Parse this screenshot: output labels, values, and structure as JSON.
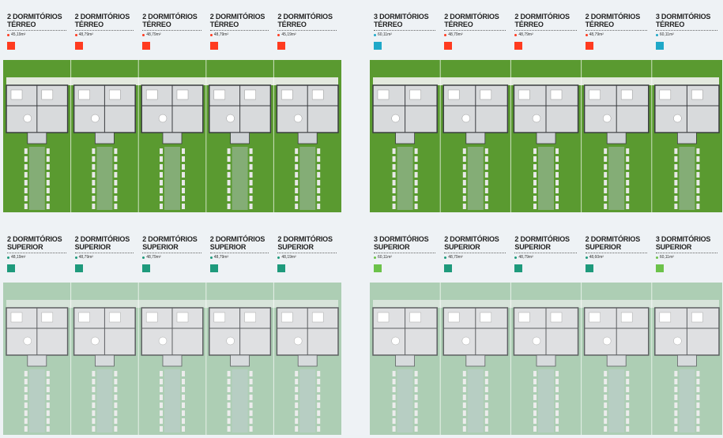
{
  "colors": {
    "red": "#ff3b1f",
    "blue": "#1fa8c8",
    "teal": "#1e9a7c",
    "lime": "#6cc24a",
    "grass": "#5a9a30",
    "grass_pale": "#9cc4a4",
    "floor": "#d8dadc",
    "wall": "#3a3c40"
  },
  "quadrants": [
    {
      "id": "top-left",
      "units": [
        {
          "title1": "2 DORMITÓRIOS",
          "title2": "TÉRREO",
          "area": "45,19m²",
          "color": "#ff3b1f"
        },
        {
          "title1": "2 DORMITÓRIOS",
          "title2": "TÉRREO",
          "area": "48,79m²",
          "color": "#ff3b1f"
        },
        {
          "title1": "2 DORMITÓRIOS",
          "title2": "TÉRREO",
          "area": "48,79m²",
          "color": "#ff3b1f"
        },
        {
          "title1": "2 DORMITÓRIOS",
          "title2": "TÉRREO",
          "area": "48,79m²",
          "color": "#ff3b1f"
        },
        {
          "title1": "2 DORMITÓRIOS",
          "title2": "TÉRREO",
          "area": "45,19m²",
          "color": "#ff3b1f"
        }
      ]
    },
    {
      "id": "top-right",
      "units": [
        {
          "title1": "3 DORMITÓRIOS",
          "title2": "TÉRREO",
          "area": "60,11m²",
          "color": "#1fa8c8"
        },
        {
          "title1": "2 DORMITÓRIOS",
          "title2": "TÉRREO",
          "area": "48,79m²",
          "color": "#ff3b1f"
        },
        {
          "title1": "2 DORMITÓRIOS",
          "title2": "TÉRREO",
          "area": "48,79m²",
          "color": "#ff3b1f"
        },
        {
          "title1": "2 DORMITÓRIOS",
          "title2": "TÉRREO",
          "area": "48,79m²",
          "color": "#ff3b1f"
        },
        {
          "title1": "3 DORMITÓRIOS",
          "title2": "TÉRREO",
          "area": "60,11m²",
          "color": "#1fa8c8"
        }
      ]
    },
    {
      "id": "bottom-left",
      "units": [
        {
          "title1": "2 DORMITÓRIOS",
          "title2": "SUPERIOR",
          "area": "48,19m²",
          "color": "#1e9a7c"
        },
        {
          "title1": "2 DORMITÓRIOS",
          "title2": "SUPERIOR",
          "area": "48,79m²",
          "color": "#1e9a7c"
        },
        {
          "title1": "2 DORMITÓRIOS",
          "title2": "SUPERIOR",
          "area": "48,79m²",
          "color": "#1e9a7c"
        },
        {
          "title1": "2 DORMITÓRIOS",
          "title2": "SUPERIOR",
          "area": "48,79m²",
          "color": "#1e9a7c"
        },
        {
          "title1": "2 DORMITÓRIOS",
          "title2": "SUPERIOR",
          "area": "48,19m²",
          "color": "#1e9a7c"
        }
      ]
    },
    {
      "id": "bottom-right",
      "units": [
        {
          "title1": "3 DORMITÓRIOS",
          "title2": "SUPERIOR",
          "area": "60,11m²",
          "color": "#6cc24a"
        },
        {
          "title1": "2 DORMITÓRIOS",
          "title2": "SUPERIOR",
          "area": "48,79m²",
          "color": "#1e9a7c"
        },
        {
          "title1": "2 DORMITÓRIOS",
          "title2": "SUPERIOR",
          "area": "48,79m²",
          "color": "#1e9a7c"
        },
        {
          "title1": "2 DORMITÓRIOS",
          "title2": "SUPERIOR",
          "area": "48,60m²",
          "color": "#1e9a7c"
        },
        {
          "title1": "3 DORMITÓRIOS",
          "title2": "SUPERIOR",
          "area": "60,11m²",
          "color": "#6cc24a"
        }
      ]
    }
  ]
}
